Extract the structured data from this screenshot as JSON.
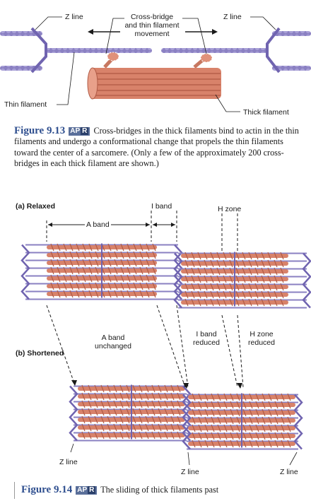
{
  "top_figure": {
    "labels": {
      "z_line_left": "Z line",
      "cross_bridge": "Cross-bridge\nand thin filament\nmovement",
      "z_line_right": "Z line",
      "thin_filament": "Thin filament",
      "thick_filament": "Thick filament"
    },
    "caption": {
      "number": "Figure 9.13",
      "badge_a": "AP",
      "badge_r": "R",
      "text": "Cross-bridges in the thick filaments bind to actin in the thin filaments and undergo a conformational change that propels the thin filaments toward the center of a sarcomere. (Only a few of the approximately 200 cross-bridges in each thick filament are shown.)"
    }
  },
  "bottom_figure": {
    "labels": {
      "relaxed": "(a)   Relaxed",
      "i_band": "I band",
      "h_zone": "H zone",
      "a_band": "A band",
      "a_band_unchanged": "A band\nunchanged",
      "i_band_reduced": "I band\nreduced",
      "h_zone_reduced": "H zone\nreduced",
      "shortened": "(b)   Shortened",
      "z_line_1": "Z line",
      "z_line_2": "Z line",
      "z_line_3": "Z line"
    },
    "caption": {
      "number": "Figure 9.14",
      "badge_a": "AP",
      "badge_r": "R",
      "text": "The sliding of thick filaments past"
    }
  },
  "colors": {
    "thick": "#d8826a",
    "thick_dark": "#b05a45",
    "thin": "#8a80c2",
    "zline": "#7064b0",
    "caption_blue": "#2f4f8f"
  }
}
